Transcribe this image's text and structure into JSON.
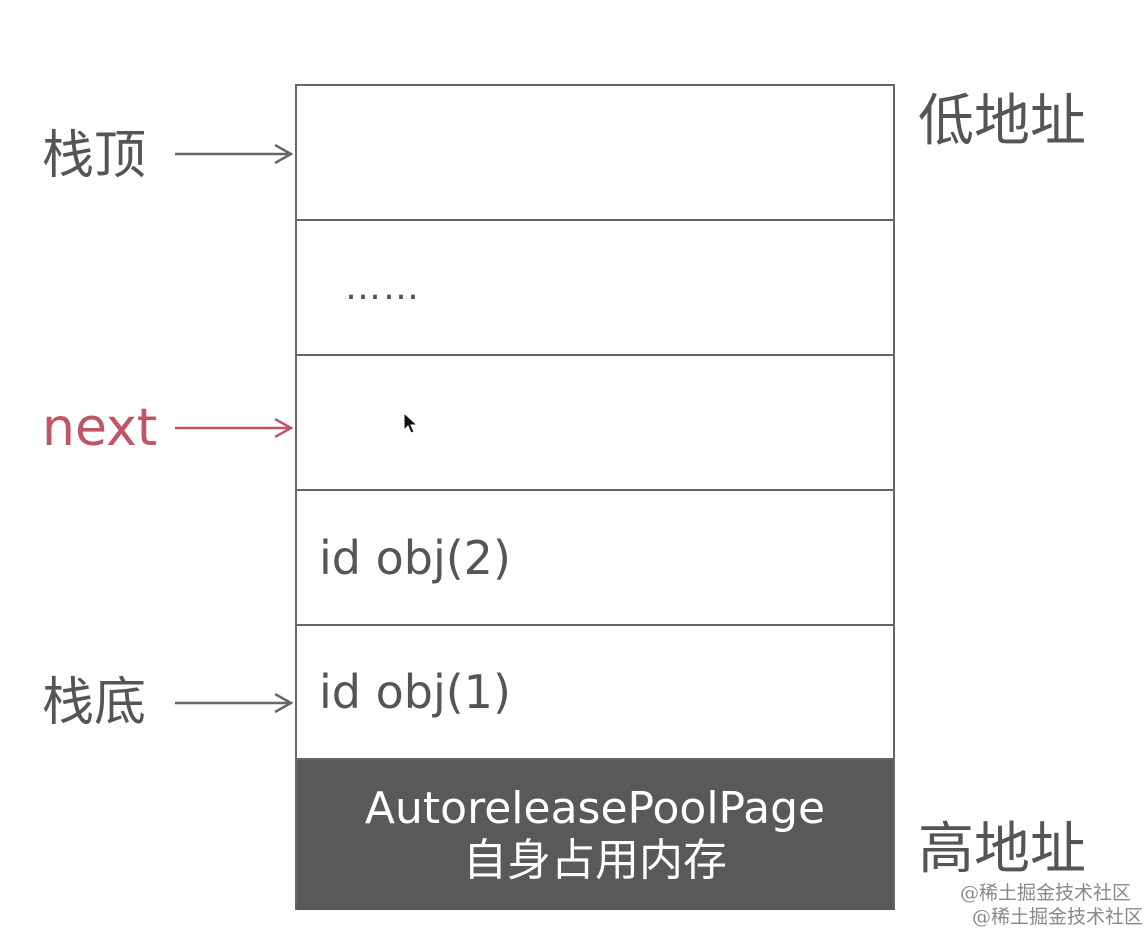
{
  "stack_rows": [
    {
      "text": ""
    },
    {
      "text": "……"
    },
    {
      "text": ""
    },
    {
      "text": "id obj(2)"
    },
    {
      "text": "id obj(1)"
    }
  ],
  "page_header": {
    "line1": "AutoreleasePoolPage",
    "line2": "自身占用内存"
  },
  "pointers": {
    "top": "栈顶",
    "next": "next",
    "bottom": "栈底"
  },
  "address": {
    "low": "低地址",
    "high": "高地址"
  },
  "watermark": "@稀土掘金技术社区",
  "colors": {
    "next_accent": "#c05565",
    "header_fill": "#595959",
    "line": "#666666"
  }
}
